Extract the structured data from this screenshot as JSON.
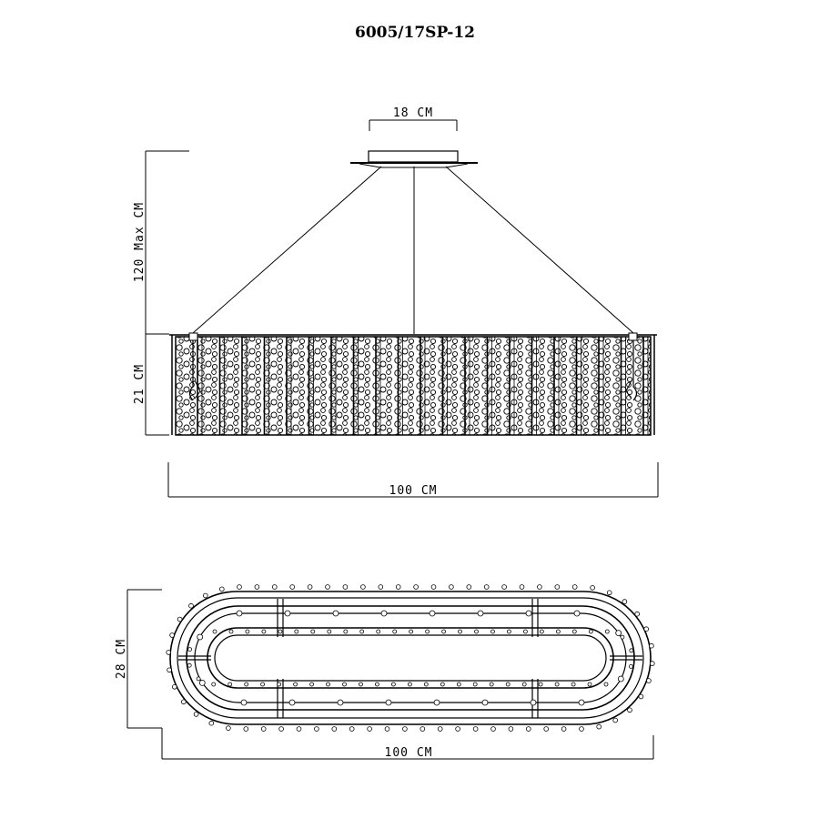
{
  "title": "6005/17SP-12",
  "side_view": {
    "canopy_width_label": "18 CM",
    "suspension_height_label": "120 Max CM",
    "body_height_label": "21 CM",
    "body_width_label": "100 CM"
  },
  "top_view": {
    "depth_label": "28 CM",
    "width_label": "100 CM"
  }
}
